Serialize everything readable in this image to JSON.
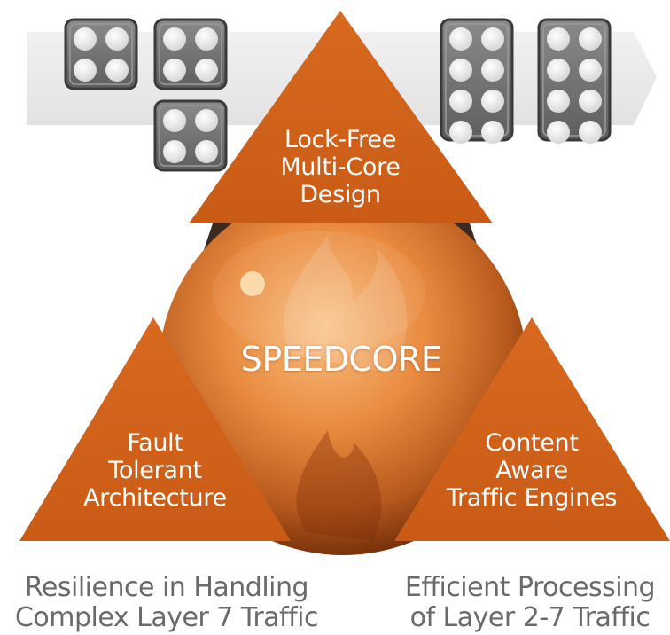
{
  "colors": {
    "triangle": "#d2651c",
    "sphere_light": "#f7b26f",
    "sphere_dark": "#8a3b0d",
    "arrow_band": "#e9e9e9",
    "block_border": "#3a3a3a",
    "block_fill": "#6d6d6d",
    "caption_text": "#6a6a6a"
  },
  "blocks": {
    "left_group": [
      {
        "name": "core-block-2x2-a",
        "cores": 4
      },
      {
        "name": "core-block-2x2-b",
        "cores": 4
      },
      {
        "name": "core-block-2x2-c",
        "cores": 4
      }
    ],
    "right_group": [
      {
        "name": "core-block-2x4-a",
        "cores": 8
      },
      {
        "name": "core-block-2x4-b",
        "cores": 8
      }
    ]
  },
  "top_triangle": {
    "lines": [
      "Lock-Free",
      "Multi-Core",
      "Design"
    ]
  },
  "left_triangle": {
    "lines": [
      "Fault",
      "Tolerant",
      "Architecture"
    ]
  },
  "right_triangle": {
    "lines": [
      "Content",
      "Aware",
      "Traffic Engines"
    ]
  },
  "core_label": "SPEEDCORE",
  "captions": {
    "left": [
      "Resilience in Handling",
      "Complex Layer 7 Traffic"
    ],
    "right": [
      "Efficient Processing",
      "of Layer 2-7 Traffic"
    ]
  }
}
